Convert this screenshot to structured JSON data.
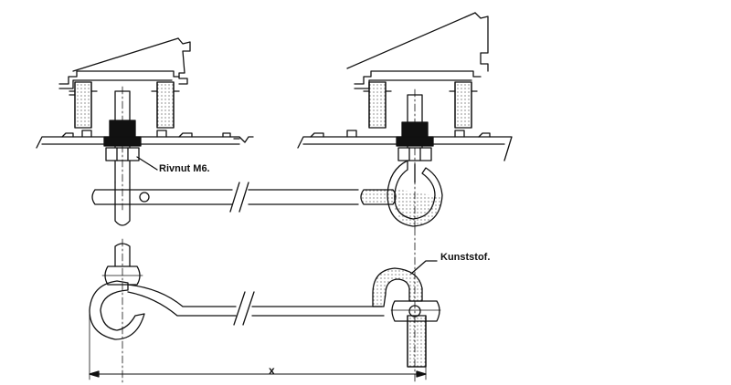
{
  "labels": {
    "rivnut": "Rivnut M6.",
    "kunststof": "Kunststof.",
    "dimension_x": "x"
  },
  "colors": {
    "ink": "#111111",
    "paper": "#ffffff",
    "stipple": "#444444"
  }
}
